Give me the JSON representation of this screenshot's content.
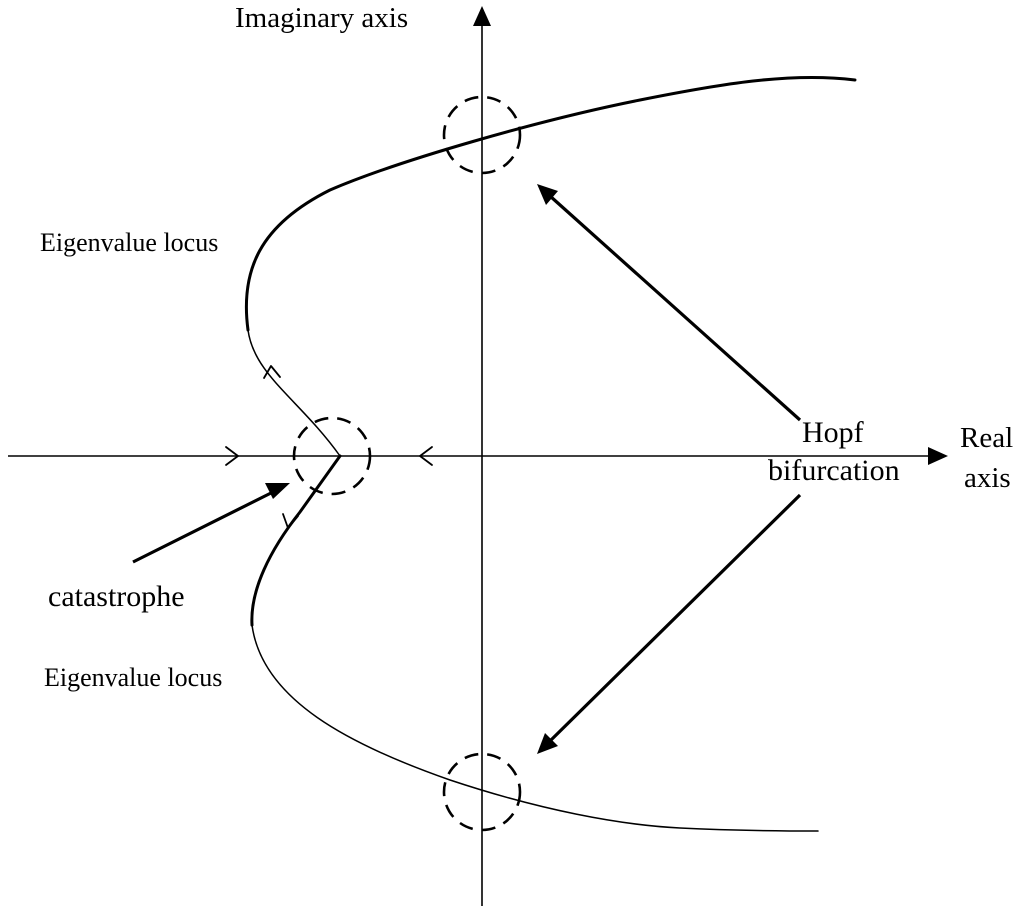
{
  "figure": {
    "x_axis_label_line1": "Real",
    "x_axis_label_line2": "axis",
    "y_axis_label": "Imaginary axis",
    "locus_label_upper": "Eigenvalue locus",
    "locus_label_lower": "Eigenvalue locus",
    "catastrophe_label": "catastrophe",
    "hopf_label_line1": "Hopf",
    "hopf_label_line2": "bifurcation"
  },
  "colors": {
    "ink": "#000000",
    "background": "#ffffff"
  }
}
